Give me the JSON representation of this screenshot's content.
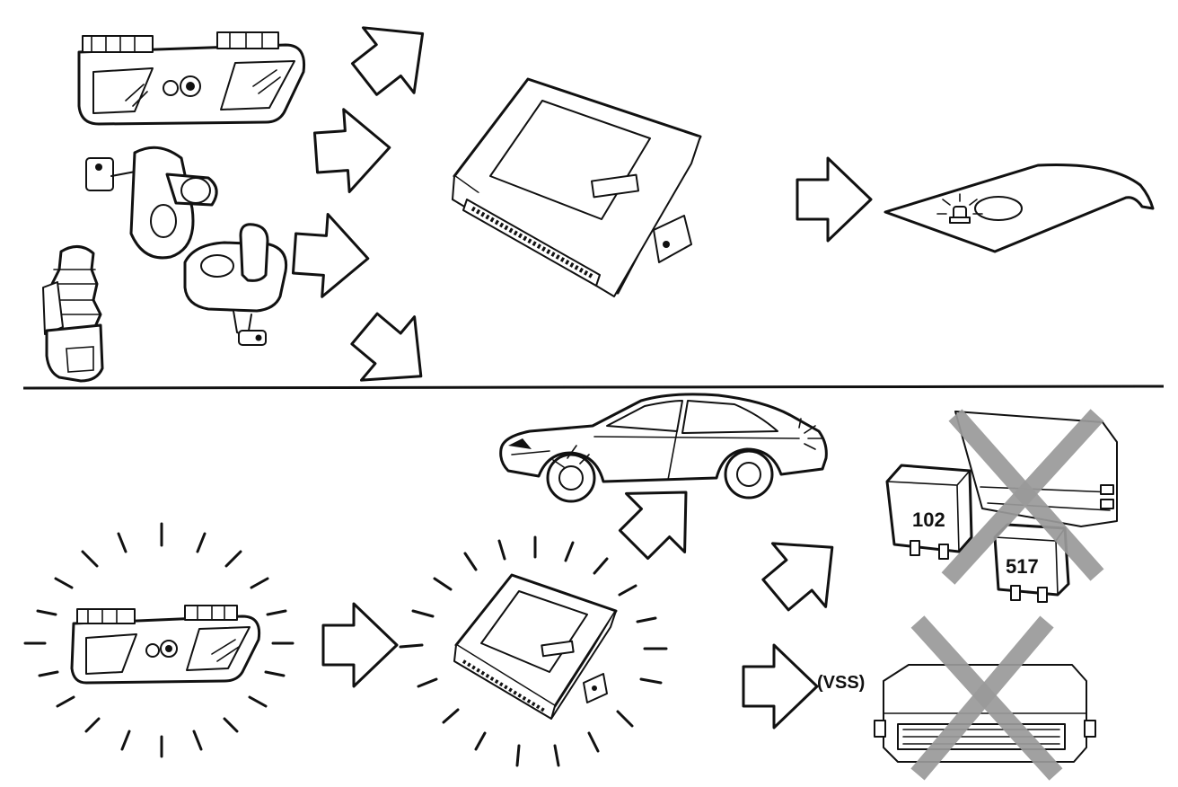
{
  "diagram": {
    "labels": {
      "relay_a": "102",
      "relay_b": "517",
      "vss": "(VSS)"
    },
    "colors": {
      "ink": "#111111",
      "paper": "#ffffff",
      "cross_out": "#9a9a9a"
    },
    "icons": [
      "door-lock-switch-icon",
      "door-contact-switch-icon",
      "bonnet-contact-switch-icon",
      "trunk-lock-cylinder-icon",
      "alarm-control-module-icon",
      "warning-led-icon",
      "car-side-view-icon",
      "relay-icon",
      "vehicle-speed-sensor-module-icon",
      "cross-out-icon",
      "flow-arrow-icon"
    ]
  }
}
